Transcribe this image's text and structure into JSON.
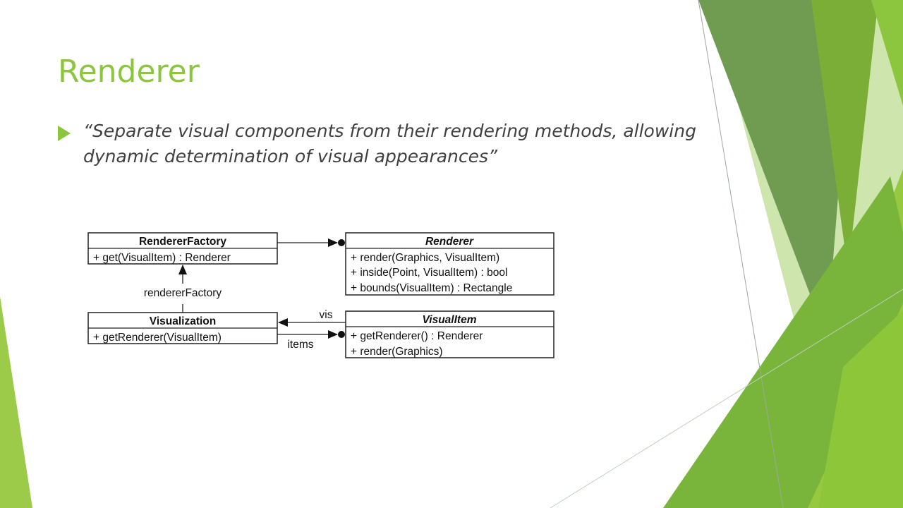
{
  "slide": {
    "title": "Renderer",
    "bullet_text": "“Separate visual components from their rendering methods, allowing dynamic determination of visual appearances”"
  },
  "diagram": {
    "classes": {
      "renderer_factory": {
        "name": "RendererFactory",
        "operations": [
          "+ get(VisualItem) : Renderer"
        ]
      },
      "renderer": {
        "name": "Renderer",
        "operations": [
          "+ render(Graphics, VisualItem)",
          "+ inside(Point, VisualItem) : bool",
          "+ bounds(VisualItem) : Rectangle"
        ]
      },
      "visualization": {
        "name": "Visualization",
        "operations": [
          "+ getRenderer(VisualItem)"
        ]
      },
      "visual_item": {
        "name": "VisualItem",
        "operations": [
          "+ getRenderer() : Renderer",
          "+ render(Graphics)"
        ]
      }
    },
    "associations": {
      "renderer_factory_label": "rendererFactory",
      "vis_label": "vis",
      "items_label": "items"
    }
  },
  "colors": {
    "title": "#8cc63f",
    "accent_light": "#a8d050",
    "accent_mid": "#7ab52e",
    "accent_dark": "#6a9a4e",
    "accent_pale": "#dcedc3"
  }
}
